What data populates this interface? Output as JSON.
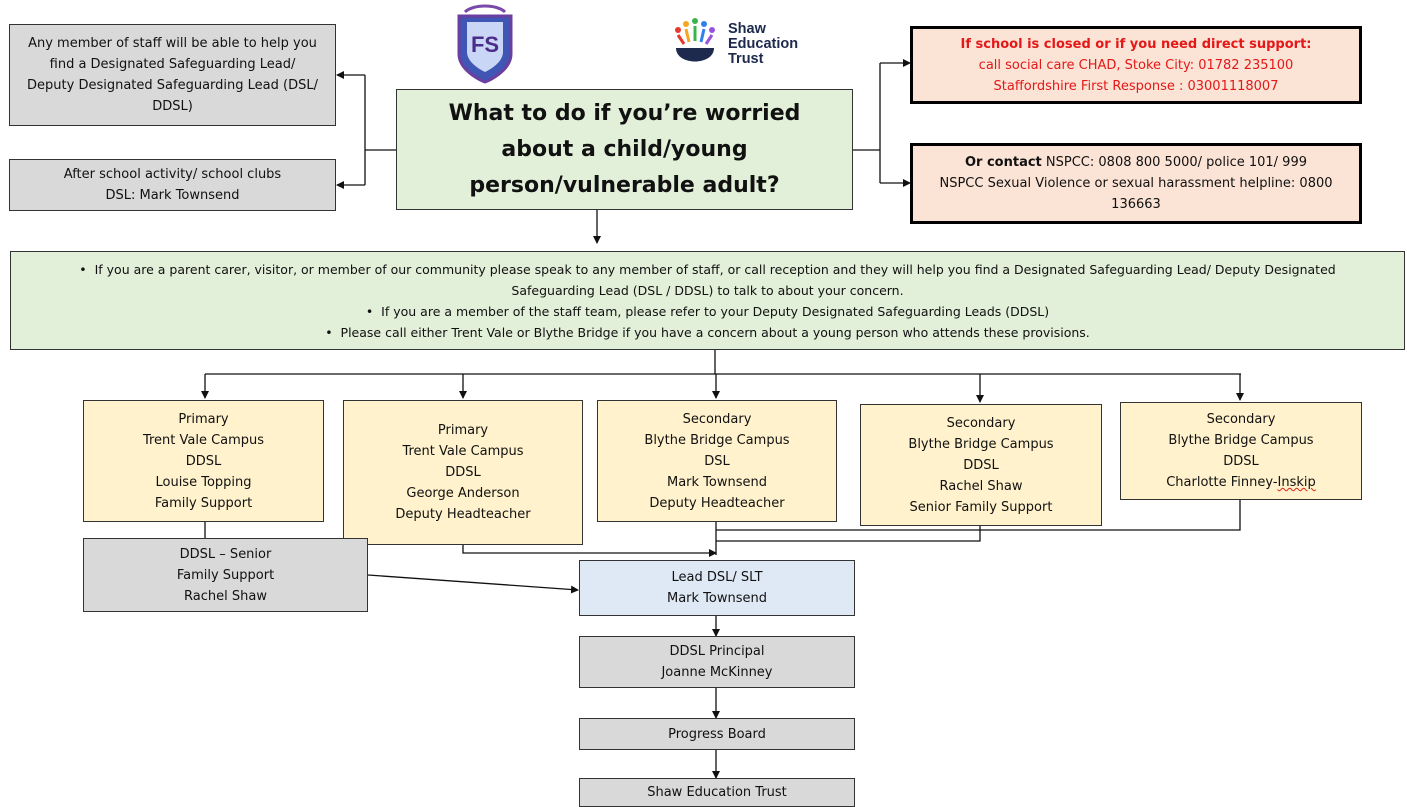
{
  "header": {
    "school_logo_letters": "FS",
    "trust_logo": {
      "line1": "Shaw",
      "line2": "Education",
      "line3": "Trust"
    }
  },
  "left_boxes": {
    "staff_help": "Any member of staff will be able to help you find a Designated Safeguarding Lead/ Deputy Designated Safeguarding Lead (DSL/ DDSL)",
    "after_school_title": "After school activity/ school clubs",
    "after_school_dsl": "DSL: Mark Townsend"
  },
  "center_title": "What to do if you’re worried about a child/young person/vulnerable adult?",
  "right_boxes": {
    "closed": {
      "heading": "If school is closed or if you need direct support:",
      "line1": "call social care CHAD, Stoke City: 01782 235100",
      "line2": "Staffordshire First Response : 03001118007"
    },
    "contact": {
      "bold_prefix": "Or contact",
      "line1_rest": " NSPCC: 0808 800 5000/ police 101/ 999",
      "line2": "NSPCC Sexual Violence or sexual harassment helpline: 0800 136663"
    }
  },
  "info_bullets": [
    "If you are a parent carer, visitor, or member of our community please speak to any member of staff, or call reception and they will help you find a Designated Safeguarding Lead/ Deputy Designated Safeguarding Lead (DSL / DDSL) to talk to about your concern.",
    "If you are a member of the staff team, please refer to your Deputy Designated Safeguarding Leads (DDSL)",
    "Please call either Trent Vale or Blythe Bridge if you have a concern about a young person who attends these provisions."
  ],
  "campus_boxes": [
    {
      "phase": "Primary",
      "campus": "Trent Vale Campus",
      "role": "DDSL",
      "name": "Louise Topping",
      "position": "Family Support"
    },
    {
      "phase": "Primary",
      "campus": "Trent Vale Campus",
      "role": "DDSL",
      "name": "George Anderson",
      "position": "Deputy Headteacher"
    },
    {
      "phase": "Secondary",
      "campus": "Blythe Bridge Campus",
      "role": "DSL",
      "name": "Mark Townsend",
      "position": "Deputy Headteacher"
    },
    {
      "phase": "Secondary",
      "campus": "Blythe Bridge Campus",
      "role": "DDSL",
      "name": "Rachel Shaw",
      "position": "Senior Family Support"
    },
    {
      "phase": "Secondary",
      "campus": "Blythe Bridge Campus",
      "role": "DDSL",
      "name_part1": "Charlotte Finney-",
      "name_part2": "Inskip"
    }
  ],
  "senior_box": {
    "line1": "DDSL – Senior",
    "line2": "Family Support",
    "line3": "Rachel Shaw"
  },
  "chain": {
    "lead": {
      "line1": "Lead DSL/ SLT",
      "line2": "Mark Townsend"
    },
    "principal": {
      "line1": "DDSL Principal",
      "line2": "Joanne McKinney"
    },
    "board": "Progress Board",
    "trust": "Shaw Education Trust"
  },
  "colors": {
    "grey": "#d9d9d9",
    "yellow": "#fff2cc",
    "green": "#e2efd9",
    "blue": "#dfe9f5",
    "pink": "#fbe3d6",
    "red": "#e41818"
  }
}
